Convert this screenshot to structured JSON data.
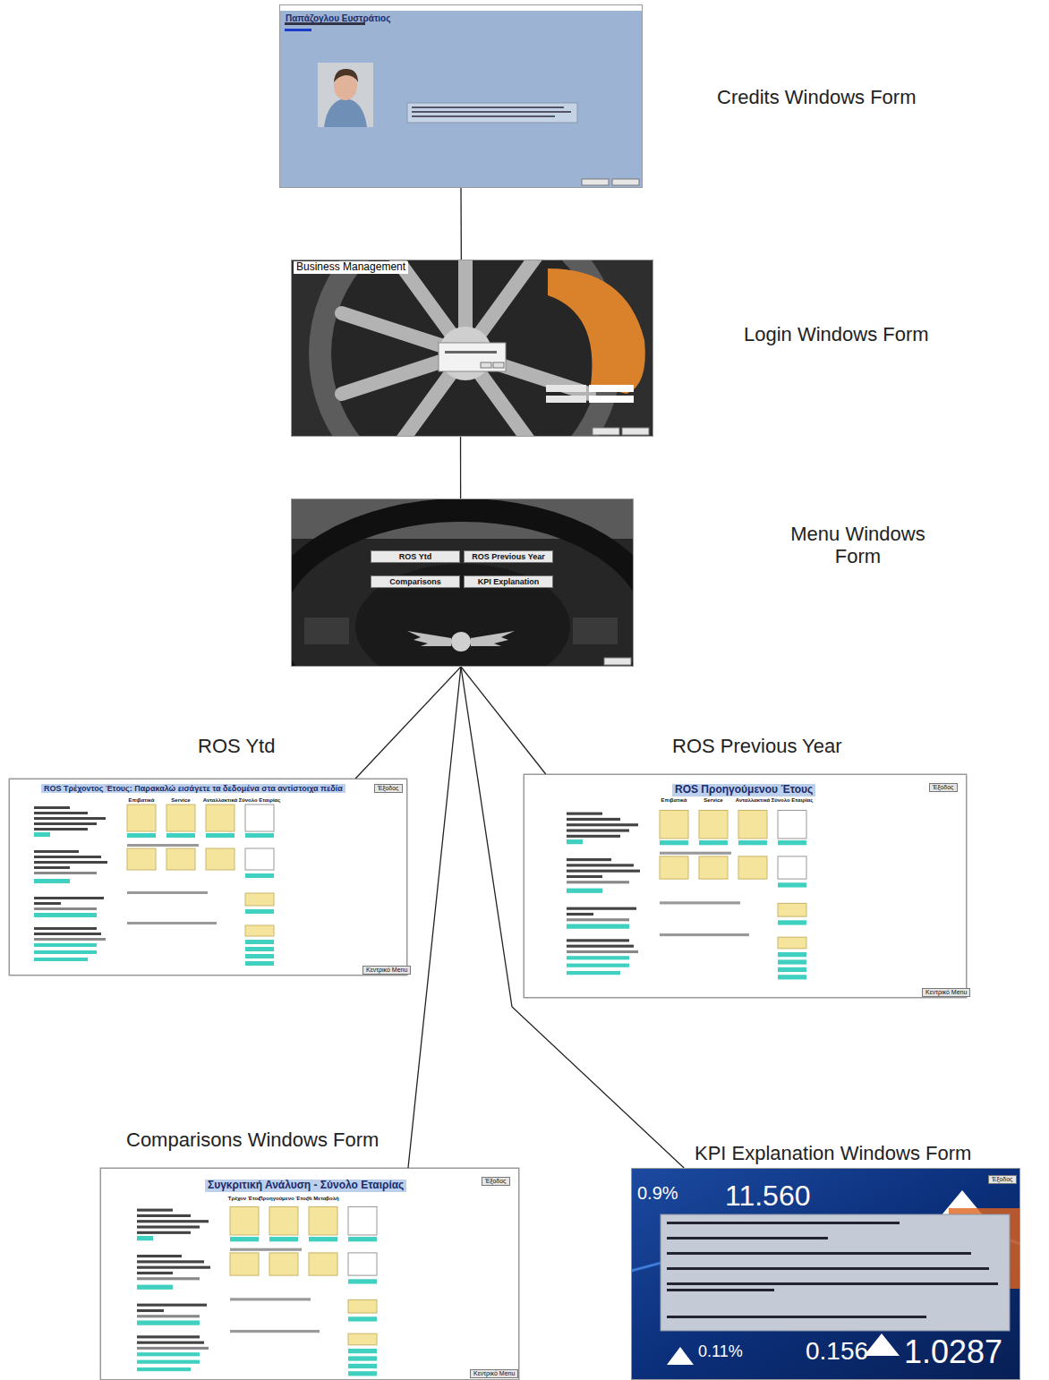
{
  "diagram": {
    "nodes": [
      {
        "text": [
          "Credits Windows Form",
          "Παπάζογλου Ευστράτιος"
        ]
      },
      {
        "text": [
          "Login Windows Form",
          "Business Management"
        ]
      },
      {
        "text": [
          "Menu Windows Form"
        ]
      },
      {
        "text": [
          "ROS Ytd",
          "ROS Τρέχοντος Έτους: Παρακαλώ εισάγετε τα δεδομένα στα αντίστοιχα πεδία"
        ]
      },
      {
        "text": [
          "ROS Previous Year",
          "ROS Προηγούμενου Έτους"
        ]
      },
      {
        "text": [
          "Comparisons Windows Form",
          "Συγκριτική Ανάλυση - Σύνολο Εταιρίας"
        ]
      },
      {
        "text": [
          "KPI Explanation Windows Form"
        ]
      },
      {
        "text": [
          "ROS Ytd"
        ],
        "in": 2
      },
      {
        "text": [
          "ROS Previous Year"
        ],
        "in": 2
      },
      {
        "text": [
          "Comparisons"
        ],
        "in": 2
      },
      {
        "text": [
          "KPI Explanation"
        ],
        "in": 2
      }
    ],
    "edges": [
      {
        "from": 0,
        "to": 1,
        "arrow": "none"
      },
      {
        "from": 1,
        "to": 2,
        "arrow": "none"
      },
      {
        "from": 2,
        "to": 3,
        "arrow": "none"
      },
      {
        "from": 2,
        "to": 4,
        "arrow": "none"
      },
      {
        "from": 2,
        "to": 5,
        "arrow": "none"
      },
      {
        "from": 2,
        "to": 6,
        "arrow": "none"
      }
    ],
    "labels": [
      "Έξοδος",
      "Κεντρικό Menu",
      "Επιβατικά",
      "Service",
      "Ανταλλακτικά",
      "Σύνολο Εταιρίας",
      "Έξοδος",
      "Κεντρικό Menu",
      "Επιβατικά",
      "Service",
      "Ανταλλακτικά",
      "Σύνολο Εταιρίας",
      "Έξοδος",
      "Κεντρικό Menu",
      "Τρέχον Έτος",
      "Προηγούμενο Έτος",
      "% Μεταβολή",
      "Έξοδος",
      "11.560",
      "0.9%",
      "0.11%",
      "0.156",
      "1.0287"
    ]
  }
}
